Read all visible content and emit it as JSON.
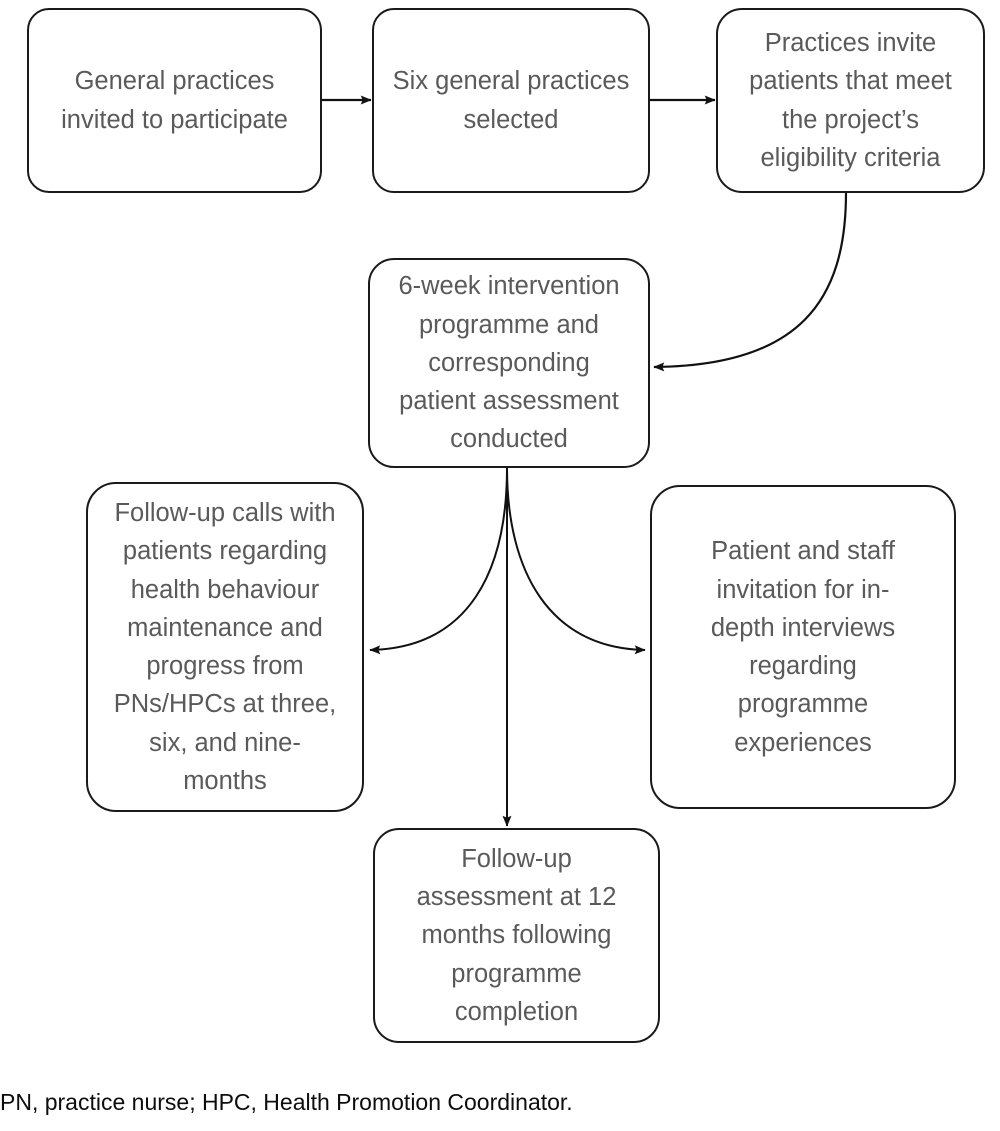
{
  "diagram": {
    "type": "flowchart",
    "title": "",
    "nodes": [
      {
        "id": "invited",
        "label": "General practices\ninvited to participate",
        "name": "node-general-practices-invited"
      },
      {
        "id": "selected",
        "label": "Six general practices\nselected",
        "name": "node-six-practices-selected"
      },
      {
        "id": "eligible",
        "label": "Practices invite\npatients that meet\nthe project’s\neligibility criteria",
        "name": "node-practices-invite-patients"
      },
      {
        "id": "programme",
        "label": "6-week intervention\nprogramme and\ncorresponding\npatient assessment\nconducted",
        "name": "node-six-week-intervention"
      },
      {
        "id": "followup_calls",
        "label": "Follow-up calls with\npatients regarding\nhealth behaviour\nmaintenance and\nprogress from\nPNs/HPCs at three,\nsix, and nine-\nmonths",
        "name": "node-followup-calls"
      },
      {
        "id": "interviews",
        "label": "Patient and staff\ninvitation for in-\ndepth interviews\nregarding\nprogramme\nexperiences",
        "name": "node-interviews-invitation"
      },
      {
        "id": "followup_assessment",
        "label": "Follow-up\nassessment at 12\nmonths following\nprogramme\ncompletion",
        "name": "node-followup-assessment"
      }
    ],
    "edges": [
      {
        "from": "invited",
        "to": "selected",
        "style": "straight-arrow",
        "direction": "right"
      },
      {
        "from": "selected",
        "to": "eligible",
        "style": "straight-arrow",
        "direction": "right"
      },
      {
        "from": "eligible",
        "to": "programme",
        "style": "curved-arrow",
        "direction": "down-left"
      },
      {
        "from": "programme",
        "to": "followup_calls",
        "style": "curved-arrow",
        "direction": "down-left"
      },
      {
        "from": "programme",
        "to": "interviews",
        "style": "curved-arrow",
        "direction": "down-right"
      },
      {
        "from": "programme",
        "to": "followup_assessment",
        "style": "straight-arrow",
        "direction": "down"
      }
    ],
    "colors": {
      "node_border": "#1a1a1a",
      "node_fill": "#ffffff",
      "node_text": "#5a5a5a",
      "edge": "#111111",
      "caption_text": "#0d0d0d",
      "background": "#ffffff"
    }
  },
  "caption": {
    "text": "PN, practice nurse; HPC, Health Promotion Coordinator."
  }
}
